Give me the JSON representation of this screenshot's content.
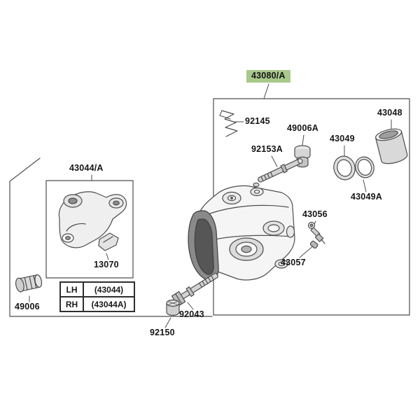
{
  "diagram": {
    "colors": {
      "highlight": "#a9c98c",
      "line": "#4d4d4d",
      "text": "#151515"
    },
    "parts": {
      "p43080A": "43080/A",
      "p92145": "92145",
      "p49006A": "49006A",
      "p43048": "43048",
      "p92153A": "92153A",
      "p43049": "43049",
      "p43049A": "43049A",
      "p43056": "43056",
      "p43057": "43057",
      "p43044A": "43044/A",
      "p13070": "13070",
      "p49006": "49006",
      "p92043": "92043",
      "p92150": "92150"
    },
    "variant_table": {
      "rows": [
        {
          "side": "LH",
          "part": "(43044)"
        },
        {
          "side": "RH",
          "part": "(43044A)"
        }
      ]
    }
  }
}
